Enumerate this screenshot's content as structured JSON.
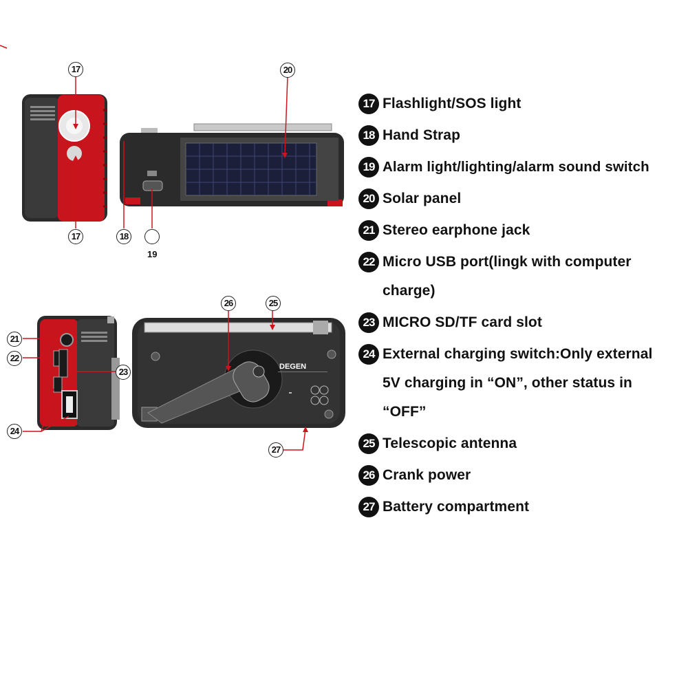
{
  "diagram": {
    "brand_label": "DEGEN",
    "callouts": {
      "c17_top": "17",
      "c17_bottom": "17",
      "c18": "18",
      "c19": "19",
      "c20": "20",
      "c21": "21",
      "c22": "22",
      "c23": "23",
      "c24": "24",
      "c25": "25",
      "c26": "26",
      "c27": "27"
    }
  },
  "legend": [
    {
      "num": "17",
      "text": "Flashlight/SOS light"
    },
    {
      "num": "18",
      "text": "Hand Strap"
    },
    {
      "num": "19",
      "text": "Alarm light/lighting/alarm sound switch"
    },
    {
      "num": "20",
      "text": "Solar panel"
    },
    {
      "num": "21",
      "text": "Stereo earphone jack"
    },
    {
      "num": "22",
      "text": "Micro USB port(lingk with computer\ncharge)"
    },
    {
      "num": "23",
      "text": "MICRO SD/TF card slot"
    },
    {
      "num": "24",
      "text": "External charging switch:Only external\n5V charging in “ON”, other status in\n“OFF”"
    },
    {
      "num": "25",
      "text": "Telescopic antenna"
    },
    {
      "num": "26",
      "text": "Crank power"
    },
    {
      "num": "27",
      "text": "Battery compartment"
    }
  ],
  "colors": {
    "body_red": "#c8141c",
    "body_dark": "#2b2b2b",
    "solar": "#1c1f3a",
    "leader_red": "#d0121a"
  }
}
